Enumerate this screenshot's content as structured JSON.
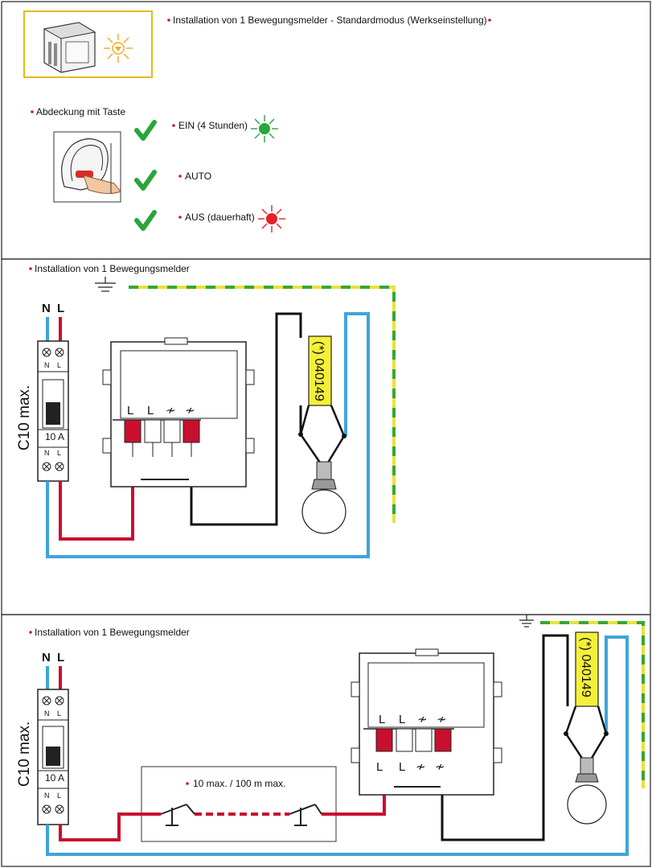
{
  "colors": {
    "red_wire": "#c8102e",
    "blue_wire": "#3da5d9",
    "yellow_label": "#f4f03a",
    "earth_yellow": "#e8e23a",
    "earth_green": "#3aa537",
    "led_green": "#2aa53a",
    "led_red": "#e3202b",
    "led_amber": "#f3a81c",
    "bullet": "#d11b22"
  },
  "icons": {
    "check": "checkmark-icon",
    "led": "led-sun-icon",
    "earth": "earth-ground-icon",
    "bulb": "light-bulb-icon",
    "switch": "push-button-switch-icon"
  },
  "section1": {
    "title": "Installation von 1 Bewegungsmelder - Standardmodus (Werkseinstellung)",
    "cover_title": "Abdeckung mit Taste",
    "modes": [
      {
        "label": "EIN (4 Stunden)",
        "led": "green"
      },
      {
        "label": "AUTO",
        "led": "none"
      },
      {
        "label": "AUS (dauerhaft)",
        "led": "red"
      }
    ]
  },
  "section2": {
    "title": "Installation von 1 Bewegungsmelder",
    "breaker": {
      "n": "N",
      "l": "L",
      "rating_side": "C10 max.",
      "rating_front": "10 A",
      "tn": "N",
      "tl": "L",
      "bn": "N",
      "bl": "L"
    },
    "terminals": [
      "L",
      "L",
      "≁",
      "≁"
    ],
    "cover_ref": "(*) 040149"
  },
  "section3": {
    "title": "Installation von 1 Bewegungsmelder",
    "breaker": {
      "n": "N",
      "l": "L",
      "rating_side": "C10 max.",
      "rating_front": "10 A",
      "tn": "N",
      "tl": "L",
      "bn": "N",
      "bl": "L"
    },
    "switch_note": "10 max. / 100 m max.",
    "terminals_top": [
      "L",
      "L",
      "≁",
      "≁"
    ],
    "terminals_bottom": [
      "L",
      "L",
      "≁",
      "≁"
    ],
    "cover_ref": "(*) 040149"
  }
}
